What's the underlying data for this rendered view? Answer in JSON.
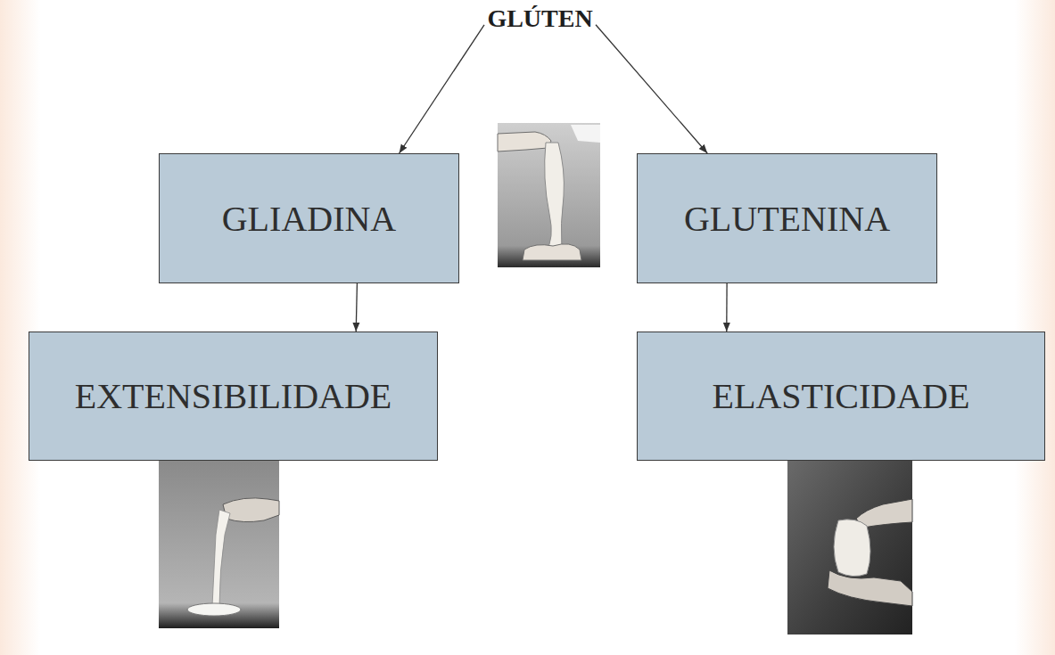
{
  "diagram": {
    "nodes": [
      {
        "text": [
          "GLÚTEN"
        ]
      },
      {
        "text": [
          "GLIADINA"
        ]
      },
      {
        "text": [
          "GLUTENINA"
        ]
      },
      {
        "text": [
          "EXTENSIBILIDADE"
        ]
      },
      {
        "text": [
          "ELASTICIDADE"
        ]
      }
    ],
    "edges": [
      {
        "from": 0,
        "to": 1,
        "arrow": "to"
      },
      {
        "from": 0,
        "to": 2,
        "arrow": "to"
      },
      {
        "from": 1,
        "to": 3,
        "arrow": "to"
      },
      {
        "from": 2,
        "to": 4,
        "arrow": "to"
      }
    ]
  }
}
